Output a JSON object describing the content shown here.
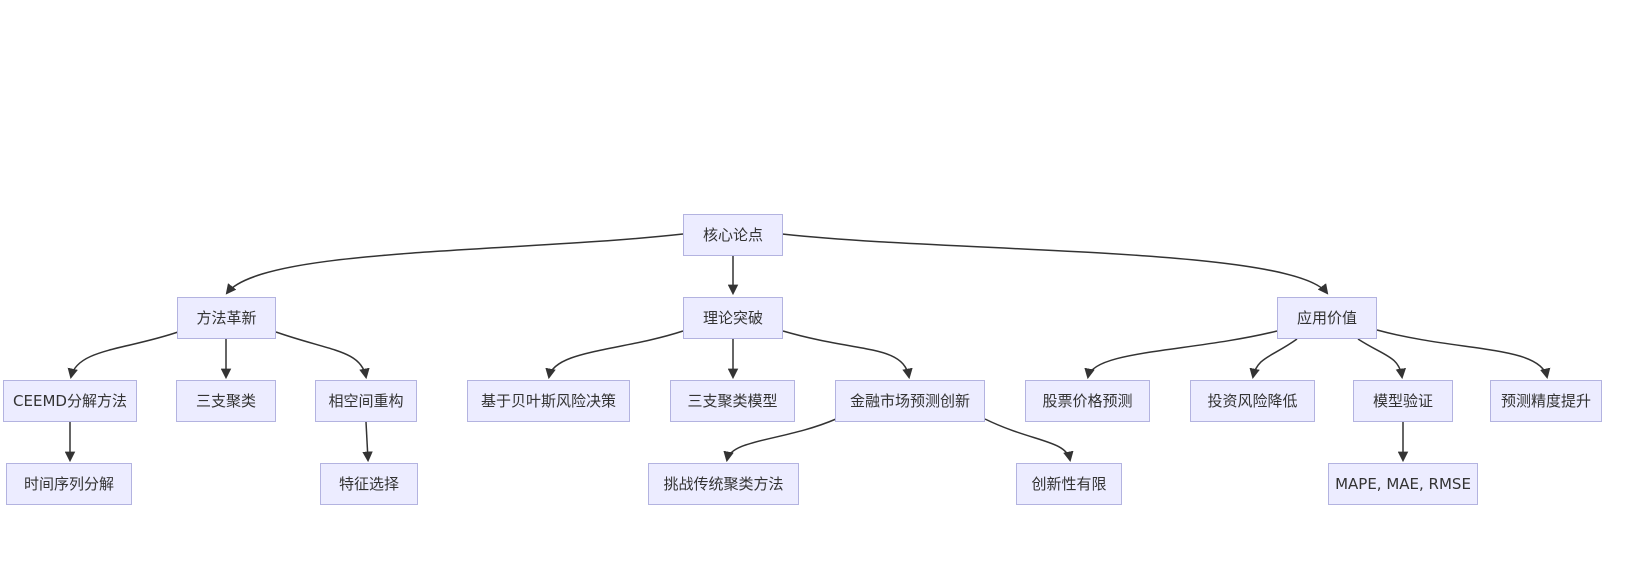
{
  "diagram": {
    "type": "flowchart-mindmap",
    "root_label": "核心论点",
    "colors": {
      "background": "#ffffff",
      "node_fill": "#ECECFF",
      "node_border": "#b3b3e0",
      "edge": "#333333",
      "text": "#333333"
    }
  },
  "nodes": [
    {
      "id": "core-thesis",
      "label": "核心论点",
      "level": 0,
      "parent": null
    },
    {
      "id": "method-innovation",
      "label": "方法革新",
      "level": 1,
      "parent": "core-thesis"
    },
    {
      "id": "theory-breakthrough",
      "label": "理论突破",
      "level": 1,
      "parent": "core-thesis"
    },
    {
      "id": "application-value",
      "label": "应用价值",
      "level": 1,
      "parent": "core-thesis"
    },
    {
      "id": "ceemd-decomposition",
      "label": "CEEMD分解方法",
      "level": 2,
      "parent": "method-innovation"
    },
    {
      "id": "three-way-clustering",
      "label": "三支聚类",
      "level": 2,
      "parent": "method-innovation"
    },
    {
      "id": "phase-space-reconstruction",
      "label": "相空间重构",
      "level": 2,
      "parent": "method-innovation"
    },
    {
      "id": "bayesian-risk-decision",
      "label": "基于贝叶斯风险决策",
      "level": 2,
      "parent": "theory-breakthrough"
    },
    {
      "id": "three-way-clustering-model",
      "label": "三支聚类模型",
      "level": 2,
      "parent": "theory-breakthrough"
    },
    {
      "id": "financial-market-prediction",
      "label": "金融市场预测创新",
      "level": 2,
      "parent": "theory-breakthrough"
    },
    {
      "id": "stock-price-prediction",
      "label": "股票价格预测",
      "level": 2,
      "parent": "application-value"
    },
    {
      "id": "investment-risk-reduction",
      "label": "投资风险降低",
      "level": 2,
      "parent": "application-value"
    },
    {
      "id": "model-validation",
      "label": "模型验证",
      "level": 2,
      "parent": "application-value"
    },
    {
      "id": "prediction-accuracy",
      "label": "预测精度提升",
      "level": 2,
      "parent": "application-value"
    },
    {
      "id": "time-series-decomposition",
      "label": "时间序列分解",
      "level": 3,
      "parent": "ceemd-decomposition"
    },
    {
      "id": "feature-selection",
      "label": "特征选择",
      "level": 3,
      "parent": "phase-space-reconstruction"
    },
    {
      "id": "challenge-traditional-clustering",
      "label": "挑战传统聚类方法",
      "level": 3,
      "parent": "financial-market-prediction"
    },
    {
      "id": "limited-novelty",
      "label": "创新性有限",
      "level": 3,
      "parent": "financial-market-prediction"
    },
    {
      "id": "evaluation-metrics",
      "label": "MAPE, MAE, RMSE",
      "level": 3,
      "parent": "model-validation"
    }
  ],
  "edges": [
    {
      "from": "core-thesis",
      "to": "method-innovation"
    },
    {
      "from": "core-thesis",
      "to": "theory-breakthrough"
    },
    {
      "from": "core-thesis",
      "to": "application-value"
    },
    {
      "from": "method-innovation",
      "to": "ceemd-decomposition"
    },
    {
      "from": "method-innovation",
      "to": "three-way-clustering"
    },
    {
      "from": "method-innovation",
      "to": "phase-space-reconstruction"
    },
    {
      "from": "theory-breakthrough",
      "to": "bayesian-risk-decision"
    },
    {
      "from": "theory-breakthrough",
      "to": "three-way-clustering-model"
    },
    {
      "from": "theory-breakthrough",
      "to": "financial-market-prediction"
    },
    {
      "from": "application-value",
      "to": "stock-price-prediction"
    },
    {
      "from": "application-value",
      "to": "investment-risk-reduction"
    },
    {
      "from": "application-value",
      "to": "model-validation"
    },
    {
      "from": "application-value",
      "to": "prediction-accuracy"
    },
    {
      "from": "ceemd-decomposition",
      "to": "time-series-decomposition"
    },
    {
      "from": "phase-space-reconstruction",
      "to": "feature-selection"
    },
    {
      "from": "financial-market-prediction",
      "to": "challenge-traditional-clustering"
    },
    {
      "from": "financial-market-prediction",
      "to": "limited-novelty"
    },
    {
      "from": "model-validation",
      "to": "evaluation-metrics"
    }
  ]
}
